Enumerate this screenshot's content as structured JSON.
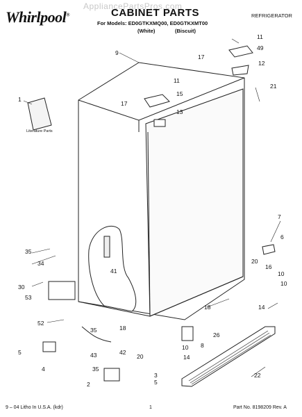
{
  "header": {
    "brand": "Whirlpool",
    "watermark": "AppliancePartsPros.com",
    "title": "CABINET PARTS",
    "models_line": "For Models: ED0GTKXMQ00, ED0GTKXMT00",
    "variant_white": "(White)",
    "variant_biscuit": "(Biscuit)",
    "product_type": "REFRIGERATOR"
  },
  "diagram": {
    "literature_label": "Literature Parts",
    "callouts": [
      "11",
      "49",
      "17",
      "12",
      "9",
      "11",
      "15",
      "21",
      "1",
      "17",
      "13",
      "7",
      "6",
      "35",
      "34",
      "41",
      "20",
      "16",
      "10",
      "30",
      "53",
      "10",
      "18",
      "14",
      "52",
      "35",
      "26",
      "18",
      "5",
      "43",
      "42",
      "20",
      "10",
      "8",
      "14",
      "4",
      "35",
      "22",
      "2",
      "3",
      "5"
    ]
  },
  "footer": {
    "left": "9 – 04 Litho In U.S.A. (kdr)",
    "page": "1",
    "part_no": "Part No. 8198209 Rev. A"
  }
}
